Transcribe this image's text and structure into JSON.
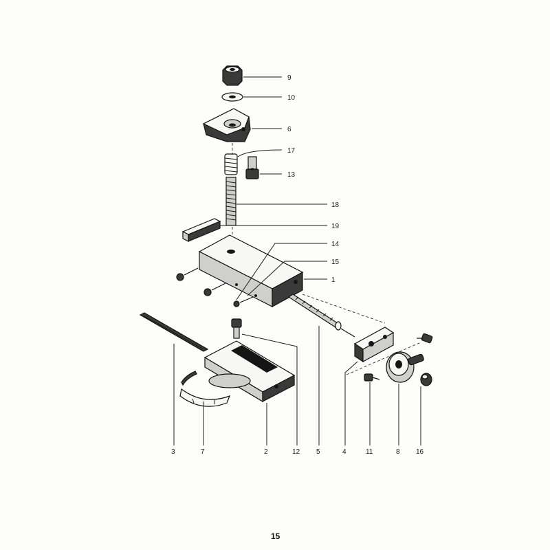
{
  "callouts": {
    "c9": "9",
    "c10": "10",
    "c6": "6",
    "c17": "17",
    "c13": "13",
    "c18": "18",
    "c19": "19",
    "c14": "14",
    "c15": "15",
    "c1": "1",
    "c3": "3",
    "c7": "7",
    "c2": "2",
    "c12": "12",
    "c5": "5",
    "c4": "4",
    "c11": "11",
    "c8": "8",
    "c16": "16"
  },
  "page_number": "15",
  "colors": {
    "ink": "#1a1a1a",
    "paper": "#fdfdfc",
    "shade": "#cfcfcc"
  }
}
